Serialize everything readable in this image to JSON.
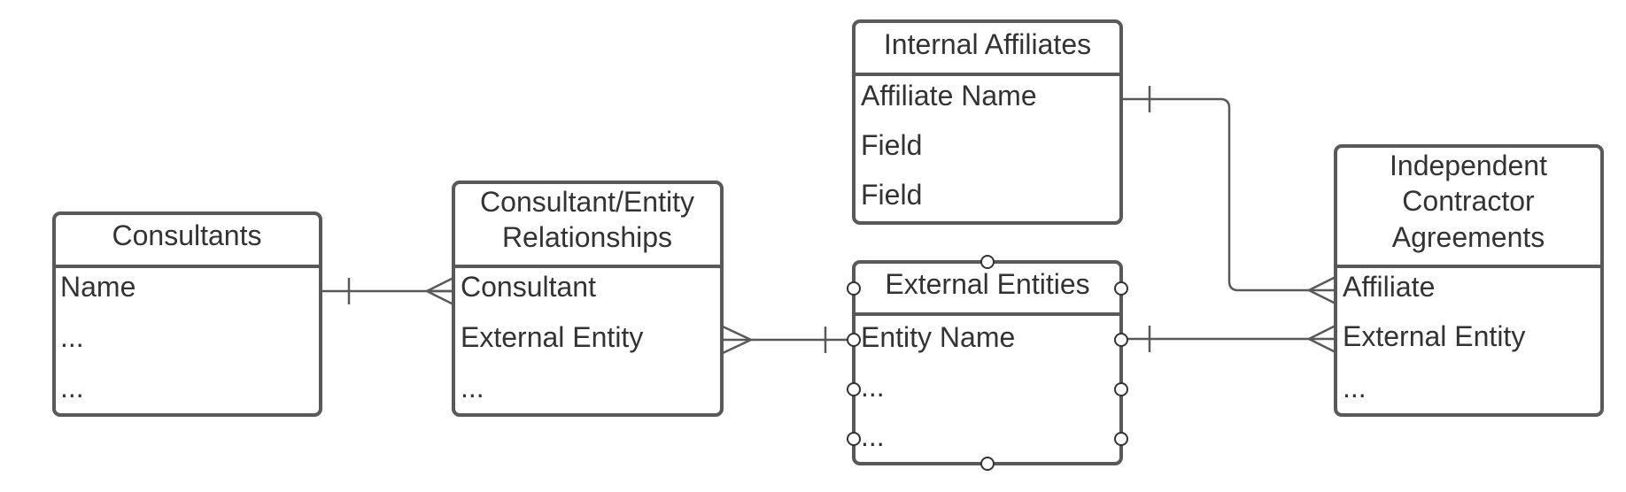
{
  "entities": {
    "consultants": {
      "title": "Consultants",
      "fields": [
        "Name",
        "...",
        "..."
      ]
    },
    "relationships": {
      "title_line1": "Consultant/Entity",
      "title_line2": "Relationships",
      "fields": [
        "Consultant",
        "External Entity",
        "..."
      ]
    },
    "internal_affiliates": {
      "title": "Internal Affiliates",
      "fields": [
        "Affiliate Name",
        "Field",
        "Field"
      ]
    },
    "external_entities": {
      "title": "External Entities",
      "fields": [
        "Entity Name",
        "...",
        "..."
      ]
    },
    "agreements": {
      "title_line1": "Independent",
      "title_line2": "Contractor",
      "title_line3": "Agreements",
      "fields": [
        "Affiliate",
        "External Entity",
        "..."
      ]
    }
  },
  "relationships": [
    {
      "from": "Consultants.Name",
      "to": "Consultant/Entity Relationships.Consultant",
      "from_cardinality": "one",
      "to_cardinality": "many"
    },
    {
      "from": "Consultant/Entity Relationships.External Entity",
      "to": "External Entities.Entity Name",
      "from_cardinality": "many",
      "to_cardinality": "one"
    },
    {
      "from": "Internal Affiliates.Affiliate Name",
      "to": "Independent Contractor Agreements.Affiliate",
      "from_cardinality": "one",
      "to_cardinality": "many"
    },
    {
      "from": "External Entities.Entity Name",
      "to": "Independent Contractor Agreements.External Entity",
      "from_cardinality": "one",
      "to_cardinality": "many"
    }
  ],
  "colors": {
    "stroke": "#595959",
    "text": "#333333",
    "background": "#ffffff"
  }
}
